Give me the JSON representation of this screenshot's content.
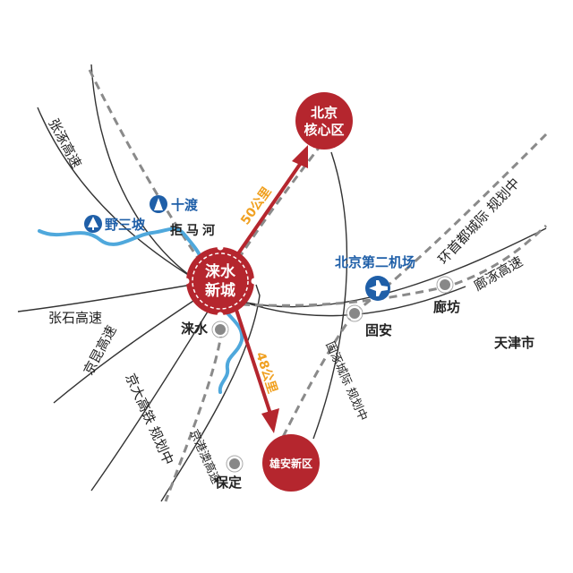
{
  "colors": {
    "red": "#b5262e",
    "blue": "#1f5fa8",
    "river": "#4fa8dc",
    "road": "#333333",
    "dashed": "#8a8a8a",
    "distance": "#f0a020"
  },
  "hub": {
    "label_line1": "涞水",
    "label_line2": "新城"
  },
  "destinations": {
    "beijing_line1": "北京",
    "beijing_line2": "核心区",
    "xiongan": "雄安新区"
  },
  "distances": {
    "to_beijing": "50公里",
    "to_xiongan": "48公里"
  },
  "roads": {
    "zhangzhuo": "张涿高速",
    "zhangshi": "张石高速",
    "jingkun": "京昆高速",
    "langzhuo": "廊涿高速"
  },
  "railways": {
    "jingda": "京大高铁 规划中",
    "jinggang": "京港澳高速",
    "guzhuo": "固涿城际 规划中",
    "huanshoudu": "环首都城际 规划中"
  },
  "places": {
    "laishui": "涞水",
    "baoding": "保定",
    "guan": "固安",
    "langfang": "廊坊",
    "tianjin": "天津市"
  },
  "attractions": {
    "yesanpo": "野三坡",
    "shidu": "十渡",
    "jumahe": "拒马河"
  },
  "airport": {
    "label": "北京第二机场",
    "icon": "airplane-icon"
  }
}
